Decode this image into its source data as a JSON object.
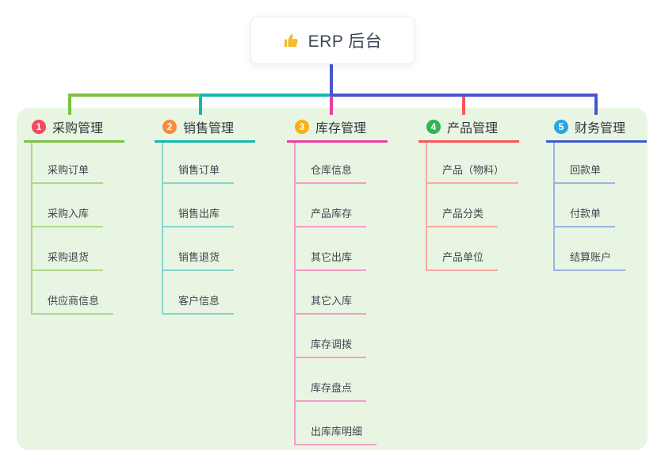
{
  "root": {
    "icon": "thumbs-up-icon",
    "label": "ERP 后台"
  },
  "colors": {
    "canvas_bg": "#ffffff",
    "panel_bg": "#e8f5e2",
    "stem": "#4a56cf",
    "root_text": "#3c4657",
    "heading_text": "#33373d",
    "child_text": "#3f4750",
    "thumb_icon": "#f5bb2d"
  },
  "branches": [
    {
      "num": "1",
      "label": "采购管理",
      "badge_color": "#f7495f",
      "line_color": "#7cc140",
      "child_line_color": "#b0d88c",
      "children": [
        "采购订单",
        "采购入库",
        "采购退货",
        "供应商信息"
      ]
    },
    {
      "num": "2",
      "label": "销售管理",
      "badge_color": "#fa8a40",
      "line_color": "#13b9ab",
      "child_line_color": "#85d5cc",
      "children": [
        "销售订单",
        "销售出库",
        "销售退货",
        "客户信息"
      ]
    },
    {
      "num": "3",
      "label": "库存管理",
      "badge_color": "#fbae16",
      "line_color": "#ea3da0",
      "child_line_color": "#f59cc8",
      "children": [
        "仓库信息",
        "产品库存",
        "其它出库",
        "其它入库",
        "库存调拨",
        "库存盘点",
        "出库库明细"
      ]
    },
    {
      "num": "4",
      "label": "产品管理",
      "badge_color": "#2fb44f",
      "line_color": "#fb5459",
      "child_line_color": "#f9a9a4",
      "children": [
        "产品（物料）",
        "产品分类",
        "产品单位"
      ]
    },
    {
      "num": "5",
      "label": "财务管理",
      "badge_color": "#29a7e1",
      "line_color": "#4058d0",
      "child_line_color": "#9fb3e4",
      "children": [
        "回款单",
        "付款单",
        "结算账户"
      ]
    }
  ]
}
